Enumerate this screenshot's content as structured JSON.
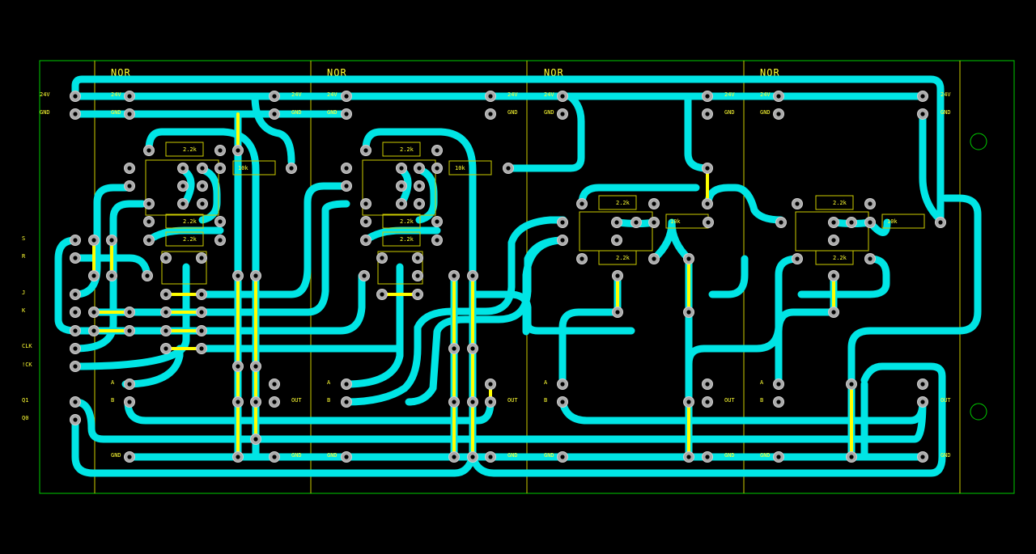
{
  "title": "",
  "colors": {
    "background": "#000000",
    "trace": "#00e5e5",
    "jumper": "#ffff00",
    "silkscreen": "#ffff33",
    "outline": "#00cc00",
    "pad": "#aaaaaa"
  },
  "modules": [
    {
      "name": "NOR",
      "labels": {
        "vcc_in": "24V",
        "gnd_in": "GND",
        "vcc_out": "24V",
        "gnd_out": "GND",
        "in_a": "A",
        "in_b": "B",
        "out": "OUT",
        "gnd_bottom_l": "GND",
        "gnd_bottom_r": "GND"
      }
    },
    {
      "name": "NOR",
      "labels": {
        "vcc_in": "24V",
        "gnd_in": "GND",
        "vcc_out": "24V",
        "gnd_out": "GND",
        "in_a": "A",
        "in_b": "B",
        "out": "OUT",
        "gnd_bottom_l": "GND",
        "gnd_bottom_r": "GND"
      }
    },
    {
      "name": "NOR",
      "labels": {
        "vcc_in": "24V",
        "gnd_in": "GND",
        "vcc_out": "24V",
        "gnd_out": "GND",
        "in_a": "A",
        "in_b": "B",
        "out": "OUT",
        "gnd_bottom_l": "GND",
        "gnd_bottom_r": "GND"
      }
    },
    {
      "name": "NOR",
      "labels": {
        "vcc_in": "24V",
        "gnd_in": "GND",
        "vcc_out": "24V",
        "gnd_out": "GND",
        "in_a": "A",
        "in_b": "B",
        "out": "OUT",
        "gnd_bottom_l": "GND",
        "gnd_bottom_r": "GND"
      }
    }
  ],
  "resistors": {
    "r1": "2.2k",
    "r2": "10k"
  },
  "connector": {
    "power_labels": [
      "24V",
      "GND"
    ],
    "signal_labels": [
      "S",
      "R",
      "J",
      "K",
      "CLK",
      "!CK",
      "Q1",
      "Q0"
    ],
    "right_labels": [
      "24V",
      "GND",
      "GND",
      "OUT"
    ]
  }
}
